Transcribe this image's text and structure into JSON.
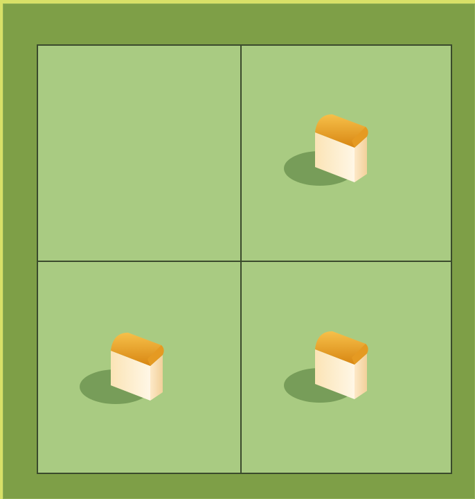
{
  "board": {
    "rows": 2,
    "cols": 2,
    "cells": [
      {
        "id": "top-left",
        "has_house": false
      },
      {
        "id": "top-right",
        "has_house": true
      },
      {
        "id": "bottom-left",
        "has_house": true
      },
      {
        "id": "bottom-right",
        "has_house": true
      }
    ]
  },
  "colors": {
    "outer_frame": "#d8e068",
    "board_border": "#7e9f47",
    "cell_fill": "#a9cb82",
    "grid_line": "#3a4a2c",
    "house_roof": "#e9a028",
    "house_wall": "#fbe9c0",
    "shadow": "#6f9552"
  },
  "icons": {
    "house": "house-icon"
  }
}
